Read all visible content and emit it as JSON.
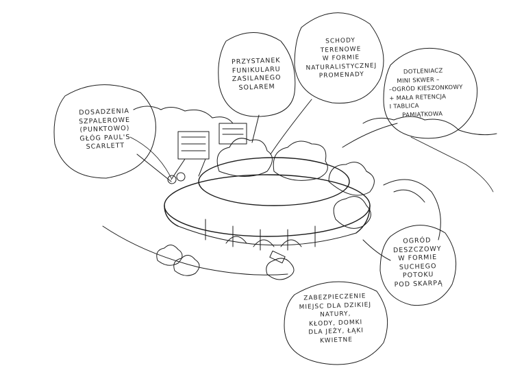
{
  "annotations": [
    {
      "id": "szpaler",
      "lines": [
        "Dosadzenia",
        "szpalerowe",
        "(punktowo)",
        "głóg Paul's",
        "Scarlett"
      ]
    },
    {
      "id": "przystanek",
      "lines": [
        "Przystanek",
        "funikularu",
        "zasilanego",
        "solarem"
      ]
    },
    {
      "id": "schody",
      "lines": [
        "Schody",
        "terenowe",
        "w formie",
        "naturalistycznej",
        "promenady"
      ]
    },
    {
      "id": "dotleniacz",
      "lines": [
        "Dotleniacz",
        "mini skwer –",
        "–ogród kieszonkowy",
        "+ mała retencja",
        "i tablica",
        "pamiątkowa"
      ]
    },
    {
      "id": "ogrod",
      "lines": [
        "Ogród",
        "deszczowy",
        "w formie",
        "suchego",
        "potoku",
        "pod skarpą"
      ]
    },
    {
      "id": "natura",
      "lines": [
        "Zabezpieczenie",
        "miejsc dla dzikiej",
        "natury,",
        "kłody, domki",
        "dla jeży, łąki",
        "kwietne"
      ]
    }
  ],
  "colors": {
    "ink": "#1a1a1a",
    "paper": "#ffffff"
  }
}
